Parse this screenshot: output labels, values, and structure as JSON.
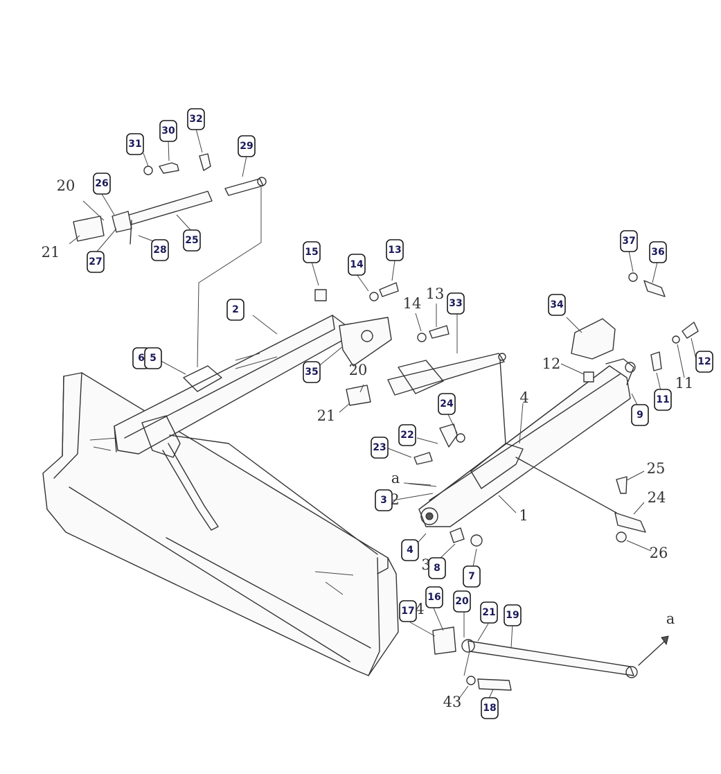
{
  "callouts": [
    "31",
    "30",
    "32",
    "29",
    "26",
    "27",
    "28",
    "25",
    "15",
    "14",
    "13",
    "2",
    "6",
    "5",
    "35",
    "33",
    "24",
    "22",
    "23",
    "3",
    "4",
    "8",
    "7",
    "17",
    "16",
    "20",
    "21",
    "19",
    "18",
    "37",
    "36",
    "34",
    "12",
    "11",
    "9"
  ],
  "plain_labels": [
    "20",
    "21",
    "20",
    "21",
    "14",
    "13",
    "12",
    "11",
    "4",
    "a",
    "2",
    "1",
    "25",
    "24",
    "26",
    "3",
    "4",
    "43",
    "a"
  ]
}
